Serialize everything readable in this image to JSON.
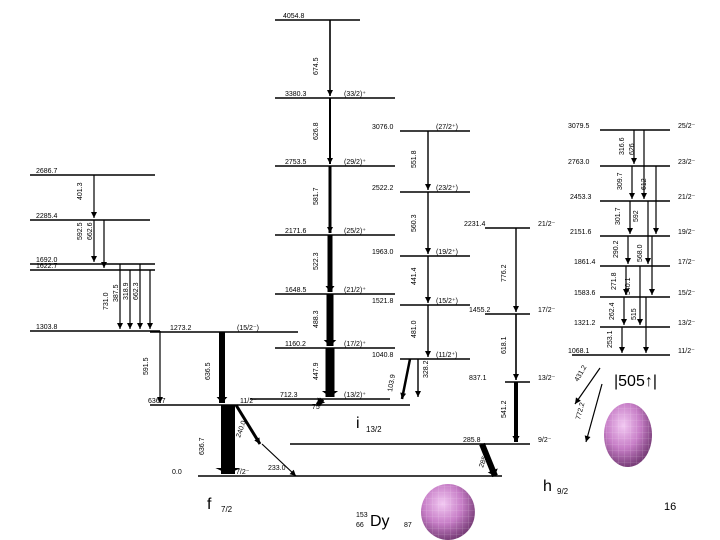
{
  "slide_number": "16",
  "nucleus": {
    "mass": "153",
    "charge": "66",
    "symbol": "Dy",
    "neutrons": "87"
  },
  "band_labels": {
    "f": {
      "letter": "f",
      "sub": "7/2"
    },
    "i": {
      "letter": "i",
      "sub": "13/2"
    },
    "h": {
      "letter": "h",
      "sub": "9/2"
    },
    "nilsson": "|505↑|"
  },
  "colors": {
    "line": "#000000",
    "ellipsoid_light": "#f2c8f2",
    "ellipsoid_mid": "#c77ec7",
    "ellipsoid_dark": "#7a3f7a"
  },
  "levels": [
    {
      "id": "f0",
      "energy": "0.0",
      "spin": "7/2⁻"
    },
    {
      "id": "f636",
      "energy": "636.7",
      "spin": "11/2⁻"
    },
    {
      "id": "f1273",
      "energy": "1273.2",
      "spin": "(15/2⁻)"
    },
    {
      "id": "f1303",
      "energy": "1303.8",
      "spin": ""
    },
    {
      "id": "f1622",
      "energy": "1622.7",
      "spin": ""
    },
    {
      "id": "f1692",
      "energy": "1692.0",
      "spin": ""
    },
    {
      "id": "f2285",
      "energy": "2285.4",
      "spin": ""
    },
    {
      "id": "f2686",
      "energy": "2686.7",
      "spin": ""
    },
    {
      "id": "i712",
      "energy": "712.3",
      "spin": "(13/2)⁺"
    },
    {
      "id": "i1160",
      "energy": "1160.2",
      "spin": "(17/2)⁺"
    },
    {
      "id": "i1648",
      "energy": "1648.5",
      "spin": "(21/2)⁺"
    },
    {
      "id": "i2171",
      "energy": "2171.6",
      "spin": "(25/2)⁺"
    },
    {
      "id": "i2753",
      "energy": "2753.5",
      "spin": "(29/2)⁺"
    },
    {
      "id": "i3380",
      "energy": "3380.3",
      "spin": "(33/2)⁺"
    },
    {
      "id": "i4054",
      "energy": "4054.8",
      "spin": ""
    },
    {
      "id": "j1040",
      "energy": "1040.8",
      "spin": "(11/2⁺)"
    },
    {
      "id": "j1521",
      "energy": "1521.8",
      "spin": "(15/2⁺)"
    },
    {
      "id": "j1963",
      "energy": "1963.0",
      "spin": "(19/2⁺)"
    },
    {
      "id": "j2522",
      "energy": "2522.2",
      "spin": "(23/2⁺)"
    },
    {
      "id": "j3076",
      "energy": "3076.0",
      "spin": "(27/2⁺)"
    },
    {
      "id": "h285",
      "energy": "285.8",
      "spin": "9/2⁻"
    },
    {
      "id": "h837",
      "energy": "837.1",
      "spin": "13/2⁻"
    },
    {
      "id": "h1455",
      "energy": "1455.2",
      "spin": "17/2⁻"
    },
    {
      "id": "h2231",
      "energy": "2231.4",
      "spin": "21/2⁻"
    },
    {
      "id": "k1068",
      "energy": "1068.1",
      "spin": "11/2⁻"
    },
    {
      "id": "k1321",
      "energy": "1321.2",
      "spin": "13/2⁻"
    },
    {
      "id": "k1583",
      "energy": "1583.6",
      "spin": "15/2⁻"
    },
    {
      "id": "k1861",
      "energy": "1861.4",
      "spin": "17/2⁻"
    },
    {
      "id": "k2151",
      "energy": "2151.6",
      "spin": "19/2⁻"
    },
    {
      "id": "k2453",
      "energy": "2453.3",
      "spin": "21/2⁻"
    },
    {
      "id": "k2763",
      "energy": "2763.0",
      "spin": "23/2⁻"
    },
    {
      "id": "k3079",
      "energy": "3079.5",
      "spin": "25/2⁻"
    }
  ],
  "transitions": [
    {
      "id": "t1",
      "energy": "636.7"
    },
    {
      "id": "t2",
      "energy": "636.5"
    },
    {
      "id": "t3",
      "energy": "447.9"
    },
    {
      "id": "t4",
      "energy": "488.3"
    },
    {
      "id": "t5",
      "energy": "522.3"
    },
    {
      "id": "t6",
      "energy": "581.7"
    },
    {
      "id": "t7",
      "energy": "626.8"
    },
    {
      "id": "t8",
      "energy": "674.5"
    },
    {
      "id": "t9",
      "energy": "481.0"
    },
    {
      "id": "t10",
      "energy": "441.4"
    },
    {
      "id": "t11",
      "energy": "560.3"
    },
    {
      "id": "t12",
      "energy": "551.8"
    },
    {
      "id": "t13",
      "energy": "328.2"
    },
    {
      "id": "t14",
      "energy": "103.9"
    },
    {
      "id": "t15",
      "energy": "285.8"
    },
    {
      "id": "t16",
      "energy": "541.2"
    },
    {
      "id": "t17",
      "energy": "618.1"
    },
    {
      "id": "t18",
      "energy": "776.2"
    },
    {
      "id": "t19",
      "energy": "591.5"
    },
    {
      "id": "t20",
      "energy": "731.0"
    },
    {
      "id": "t21",
      "energy": "387.5"
    },
    {
      "id": "t22",
      "energy": "318.9"
    },
    {
      "id": "t23",
      "energy": "662.3"
    },
    {
      "id": "t24",
      "energy": "592.5"
    },
    {
      "id": "t25",
      "energy": "662.6"
    },
    {
      "id": "t26",
      "energy": "401.3"
    },
    {
      "id": "t27",
      "energy": "431.2"
    },
    {
      "id": "t28",
      "energy": "772.2"
    },
    {
      "id": "t29",
      "energy": "253.1"
    },
    {
      "id": "t30",
      "energy": "262.4"
    },
    {
      "id": "t31",
      "energy": "271.8"
    },
    {
      "id": "t32",
      "energy": "290.2"
    },
    {
      "id": "t33",
      "energy": "301.7"
    },
    {
      "id": "t34",
      "energy": "309.7"
    },
    {
      "id": "t35",
      "energy": "316.6"
    },
    {
      "id": "t36",
      "energy": "515"
    },
    {
      "id": "t37",
      "energy": "540.1"
    },
    {
      "id": "t38",
      "energy": "568.0"
    },
    {
      "id": "t39",
      "energy": "592"
    },
    {
      "id": "t40",
      "energy": "612"
    },
    {
      "id": "t41",
      "energy": "626"
    },
    {
      "id": "t42",
      "energy": "75"
    },
    {
      "id": "t43",
      "energy": "240.0"
    },
    {
      "id": "t44",
      "energy": "233.0"
    }
  ]
}
